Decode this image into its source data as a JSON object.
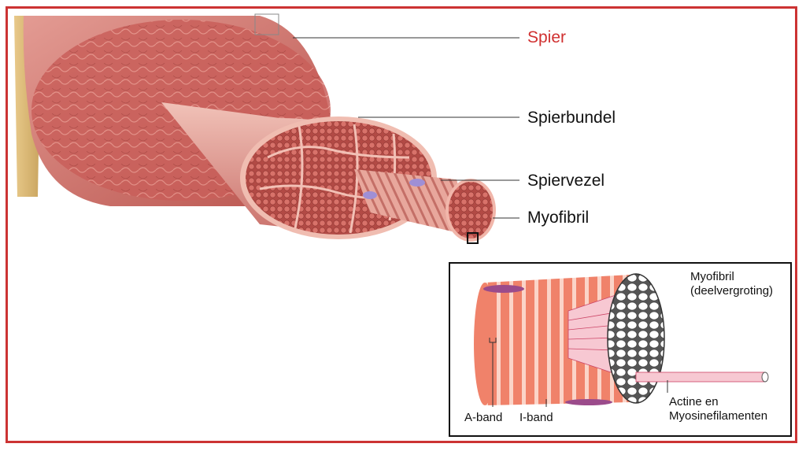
{
  "labels": {
    "spier": "Spier",
    "spierbundel": "Spierbundel",
    "spiervezel": "Spiervezel",
    "myofibril": "Myofibril"
  },
  "inset": {
    "title_line1": "Myofibril",
    "title_line2": "(deelvergroting)",
    "a_band": "A-band",
    "i_band": "I-band",
    "filaments_line1": "Actine en",
    "filaments_line2": "Myosinefilamenten"
  },
  "colors": {
    "frame": "#cc3333",
    "muscle": "#c95f5a",
    "muscle_dark": "#a84642",
    "fiber_light": "#e9a79c",
    "myofibril_stripe": "#f08a70",
    "label_accent": "#d03030"
  }
}
